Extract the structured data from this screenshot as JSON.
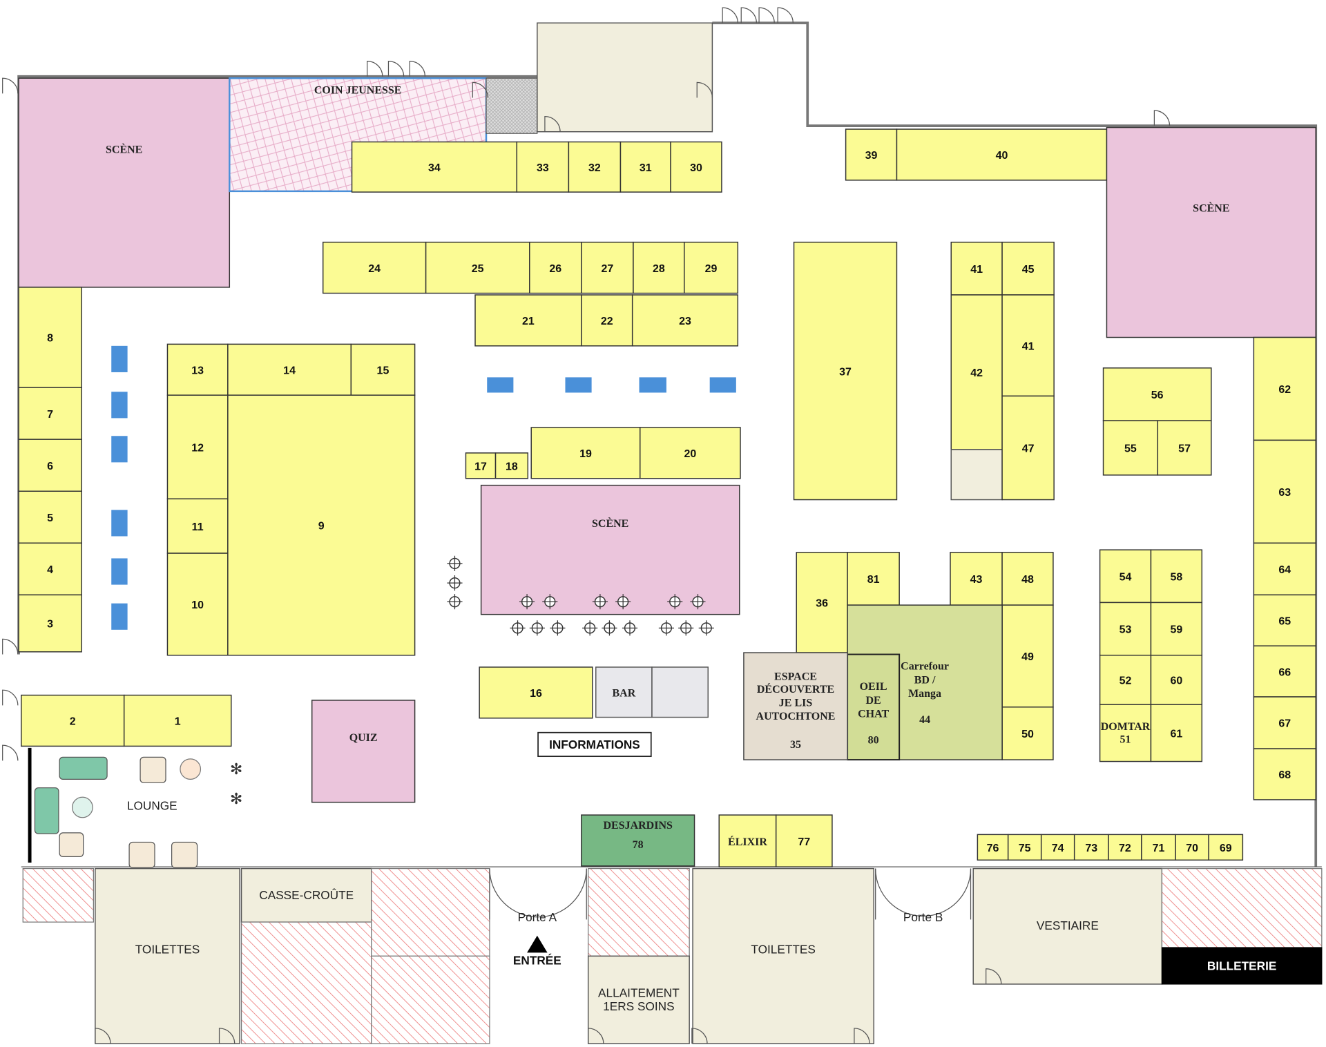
{
  "stages": {
    "left": "SCÈNE",
    "right": "SCÈNE",
    "center": "SCÈNE"
  },
  "zones": {
    "coin_jeunesse": "COIN JEUNESSE",
    "quiz": "QUIZ",
    "bar": "BAR",
    "informations": "INFORMATIONS",
    "lounge": "LOUNGE",
    "espace": [
      "ESPACE",
      "DÉCOUVERTE",
      "JE LIS",
      "AUTOCHTONE",
      "35"
    ],
    "oeil": [
      "OEIL",
      "DE",
      "CHAT",
      "80"
    ],
    "carrefour": [
      "Carrefour",
      "BD /",
      "Manga",
      "44"
    ],
    "domtar": [
      "DOMTAR",
      "51"
    ],
    "desjardins": [
      "DESJARDINS",
      "78"
    ],
    "elixir": "ÉLIXIR",
    "casse_croute": "CASSE-CROÛTE",
    "toilettes_1": "TOILETTES",
    "toilettes_2": "TOILETTES",
    "allaitement": [
      "ALLAITEMENT",
      "1ERS SOINS"
    ],
    "vestiaire": "VESTIAIRE",
    "billeterie": "BILLETERIE",
    "porte_a": "Porte A",
    "porte_b": "Porte B",
    "entree": "ENTRÉE"
  },
  "booths": {
    "1": "1",
    "2": "2",
    "3": "3",
    "4": "4",
    "5": "5",
    "6": "6",
    "7": "7",
    "8": "8",
    "9": "9",
    "10": "10",
    "11": "11",
    "12": "12",
    "13": "13",
    "14": "14",
    "15": "15",
    "16": "16",
    "17": "17",
    "18": "18",
    "19": "19",
    "20": "20",
    "21": "21",
    "22": "22",
    "23": "23",
    "24": "24",
    "25": "25",
    "26": "26",
    "27": "27",
    "28": "28",
    "29": "29",
    "30": "30",
    "31": "31",
    "32": "32",
    "33": "33",
    "34": "34",
    "36": "36",
    "37": "37",
    "39": "39",
    "40": "40",
    "41": "41",
    "41b": "41",
    "42": "42",
    "43": "43",
    "45": "45",
    "47": "47",
    "48": "48",
    "49": "49",
    "50": "50",
    "52": "52",
    "53": "53",
    "54": "54",
    "55": "55",
    "56": "56",
    "57": "57",
    "58": "58",
    "59": "59",
    "60": "60",
    "61": "61",
    "62": "62",
    "63": "63",
    "64": "64",
    "65": "65",
    "66": "66",
    "67": "67",
    "68": "68",
    "69": "69",
    "70": "70",
    "71": "71",
    "72": "72",
    "73": "73",
    "74": "74",
    "75": "75",
    "76": "76",
    "77": "77",
    "81": "81"
  },
  "colors": {
    "booth": "#fbfb94",
    "stage": "#ebc5dc",
    "service": "#f1eedd",
    "sponsor": "#77b884",
    "tables": "#4a90d9"
  }
}
